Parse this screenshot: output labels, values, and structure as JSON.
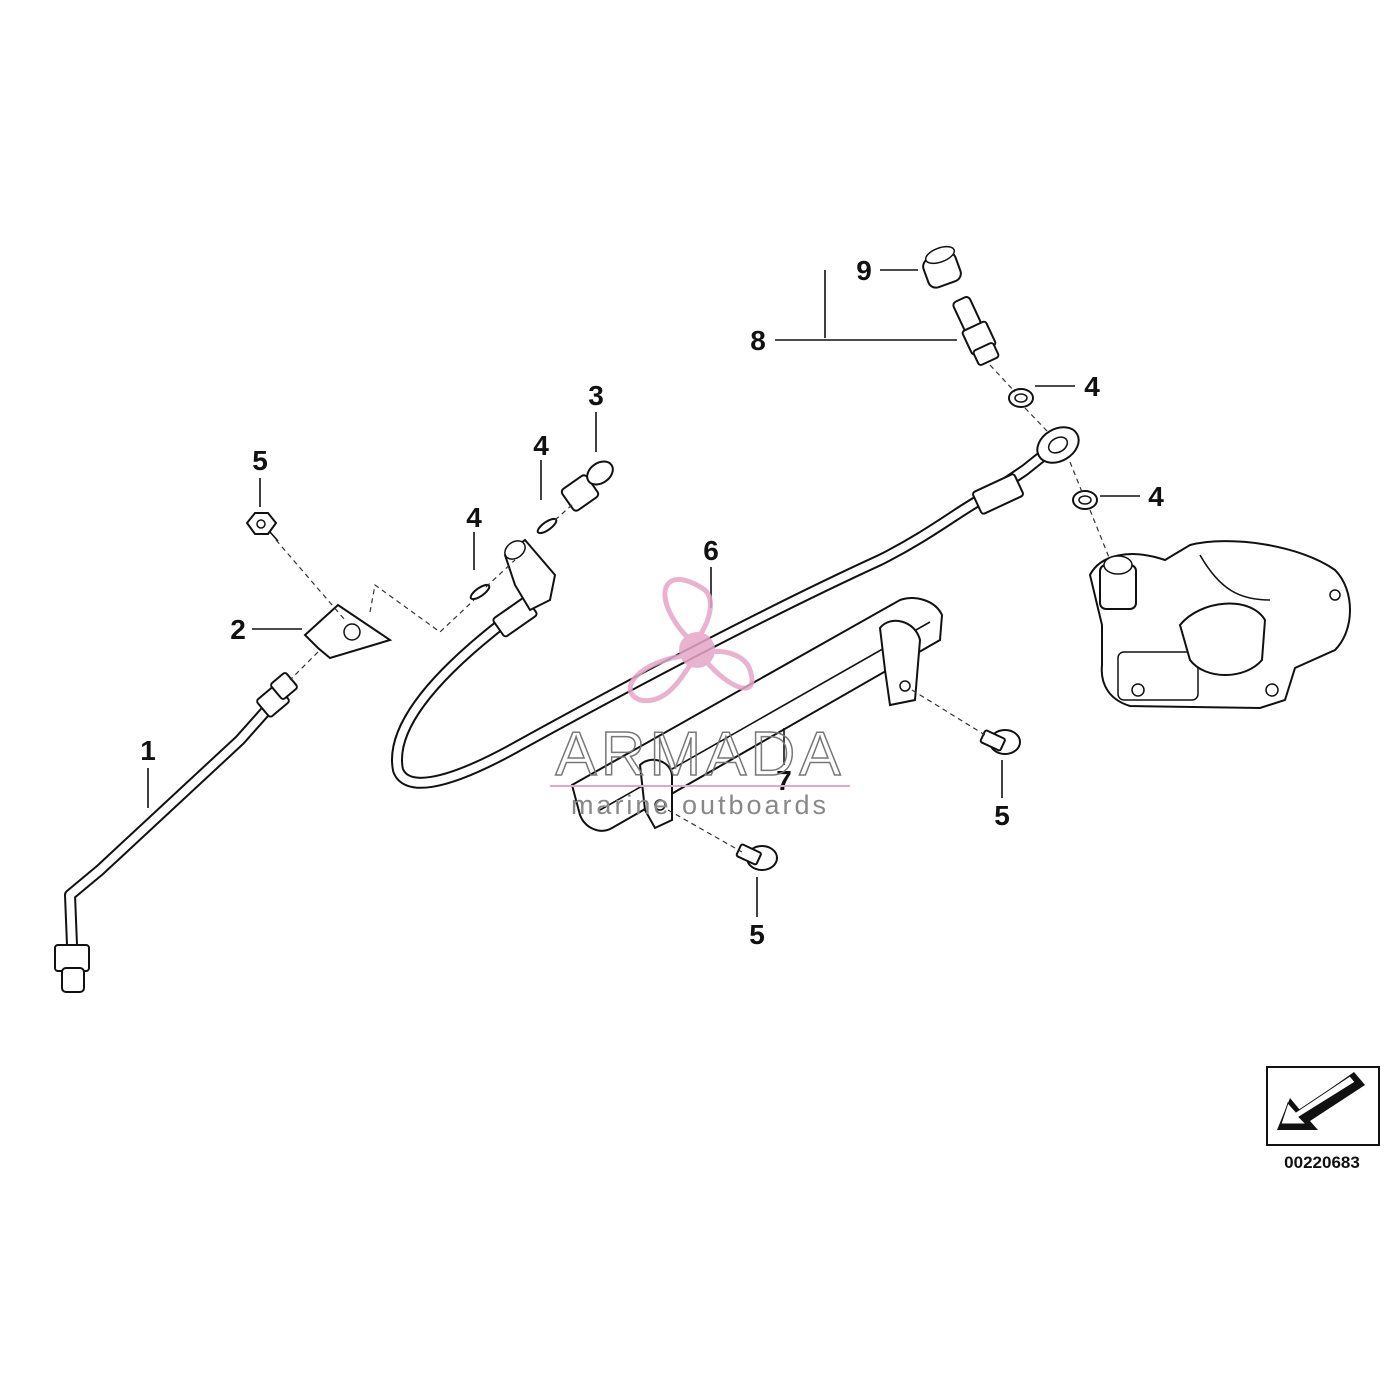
{
  "callouts": {
    "c1": "1",
    "c2": "2",
    "c3": "3",
    "c4a": "4",
    "c4b": "4",
    "c4c": "4",
    "c4d": "4",
    "c5a": "5",
    "c5b": "5",
    "c5c": "5",
    "c6": "6",
    "c7": "7",
    "c8": "8",
    "c9": "9"
  },
  "watermark": {
    "brand": "ARMADA",
    "tagline": "marine outboards",
    "color": "#e6a6c8"
  },
  "reference_number": "00220683"
}
